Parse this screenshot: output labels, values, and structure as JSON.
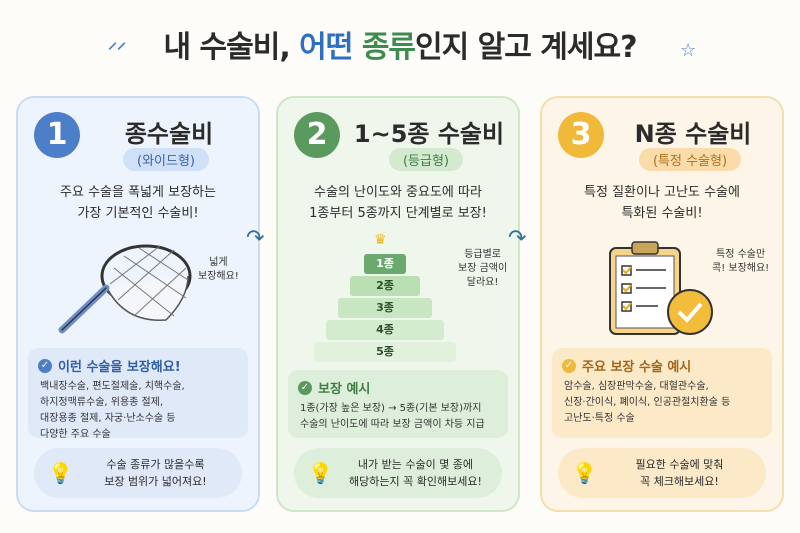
{
  "title": {
    "part1": "내 수술비, ",
    "part2": "어떤",
    "part3": " ",
    "part4": "종류",
    "part5": "인지 알고 계세요?"
  },
  "cards": [
    {
      "num": "1",
      "title": "종수술비",
      "pill": "(와이드형)",
      "desc": "주요 수술을 폭넓게 보장하는\n가장 기본적인 수술비!",
      "side": "넓게\n보장해요!",
      "box_title": "이런 수술을 보장해요!",
      "box_body": "백내장수술, 편도절제술, 치핵수술,\n하지정맥류수술, 위용종 절제,\n대장용종 절제, 자궁·난소수술 등\n다양한 주요 수술",
      "tip": "수술 종류가 많을수록\n보장 범위가 넓어져요!"
    },
    {
      "num": "2",
      "title": "1~5종 수술비",
      "pill": "(등급형)",
      "desc": "수술의 난이도와 중요도에 따라\n1종부터 5종까지 단계별로 보장!",
      "side": "등급별로\n보장 금액이\n달라요!",
      "levels": [
        "1종",
        "2종",
        "3종",
        "4종",
        "5종"
      ],
      "box_title": "보장 예시",
      "box_body": "1종(가장 높은 보장) → 5종(기본 보장)까지\n수술의 난이도에 따라 보장 금액이 차등 지급",
      "tip": "내가 받는 수술이 몇 종에\n해당하는지 꼭 확인해보세요!"
    },
    {
      "num": "3",
      "title": "N종 수술비",
      "pill": "(특정 수술형)",
      "desc": "특정 질환이나 고난도 수술에\n특화된 수술비!",
      "side": "특정 수술만\n콕! 보장해요!",
      "box_title": "주요 보장 수술 예시",
      "box_body": "암수술, 심장판막수술, 대혈관수술,\n신장·간이식, 폐이식, 인공관절치환술 등\n고난도·특정 수술",
      "tip": "필요한 수술에 맞춰\n꼭 체크해보세요!"
    }
  ]
}
